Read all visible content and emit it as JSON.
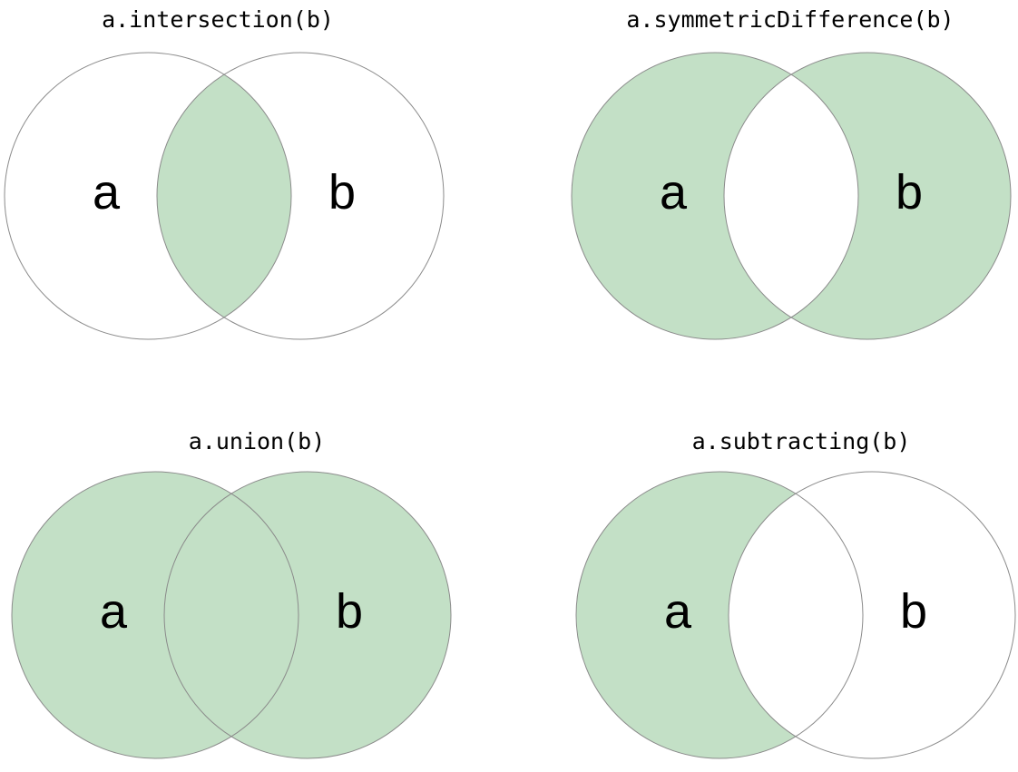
{
  "colors": {
    "shaded": "#c3e0c6",
    "unshaded": "#ffffff",
    "circle_stroke": "#8b8b8b",
    "text": "#000000",
    "background": "#ffffff"
  },
  "panels": [
    {
      "key": "intersection",
      "title": "a.intersection(b)",
      "label_a": "a",
      "label_b": "b",
      "shaded_region": "overlap of a and b only",
      "fill_a": "#ffffff",
      "fill_b": "#ffffff",
      "fill_overlap": "#c3e0c6"
    },
    {
      "key": "symmetric_difference",
      "title": "a.symmetricDifference(b)",
      "label_a": "a",
      "label_b": "b",
      "shaded_region": "both circles except the overlap",
      "fill_a": "#c3e0c6",
      "fill_b": "#c3e0c6",
      "fill_overlap": "#ffffff"
    },
    {
      "key": "union",
      "title": "a.union(b)",
      "label_a": "a",
      "label_b": "b",
      "shaded_region": "both circles including the overlap",
      "fill_a": "#c3e0c6",
      "fill_b": "#c3e0c6",
      "fill_overlap": "#c3e0c6"
    },
    {
      "key": "subtracting",
      "title": "a.subtracting(b)",
      "label_a": "a",
      "label_b": "b",
      "shaded_region": "circle a except the overlap",
      "fill_a": "#c3e0c6",
      "fill_b": "#ffffff",
      "fill_overlap": "#ffffff"
    }
  ]
}
